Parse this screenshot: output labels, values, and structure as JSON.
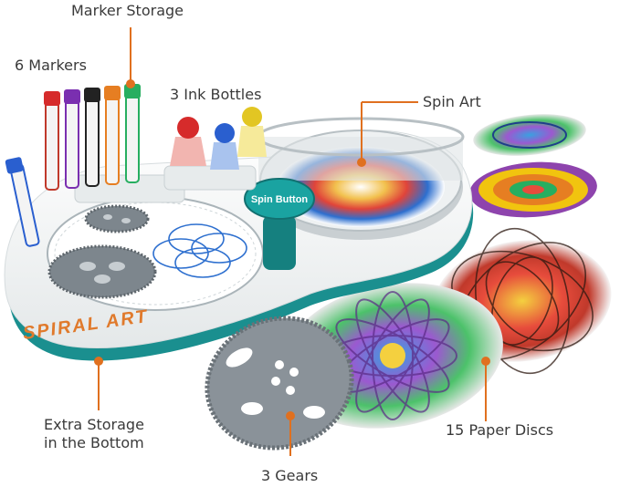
{
  "colors": {
    "callout_line": "#e0701f",
    "base_white": "#f4f6f6",
    "base_teal": "#1a8f8f",
    "gear_gray": "#8a9299",
    "label_orange": "#e07a2c"
  },
  "labels": {
    "marker_storage": "Marker Storage",
    "six_markers": "6 Markers",
    "ink_bottles": "3 Ink Bottles",
    "spin_art": "Spin Art",
    "spin_button": "Spin Button",
    "spiral_art": "SPIRAL ART",
    "extra_storage_line1": "Extra Storage",
    "extra_storage_line2": "in the Bottom",
    "gears": "3 Gears",
    "paper_discs": "15 Paper Discs"
  },
  "icons": [
    "marker-icon",
    "ink-bottle-icon",
    "gear-icon",
    "paper-disc-icon"
  ]
}
